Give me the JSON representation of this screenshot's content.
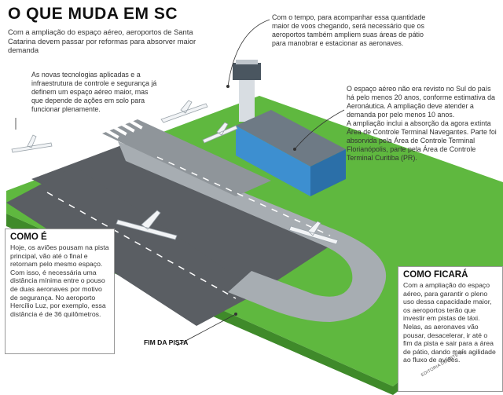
{
  "header": {
    "title": "O QUE MUDA EM SC",
    "subtitle": "Com a ampliação do espaço aéreo, aeroportos de Santa Catarina devem passar por reformas para absorver maior demanda"
  },
  "notes": {
    "tech": "As novas tecnologias aplicadas e a infraestrutura de controle e segurança já definem um espaço aéreo maior, mas que depende de ações em solo para funcionar plenamente.",
    "time": "Com o tempo, para acompanhar essa quantidade maior de voos chegando, será necessário que os aeroportos também ampliem suas áreas de pátio para manobrar e estacionar as aeronaves.",
    "airspace_1": "O espaço aéreo não era revisto no Sul do país há pelo menos 20 anos, conforme estimativa da Aeronáutica. A ampliação deve atender a demanda por pelo menos 10 anos.",
    "airspace_2": "A ampliação inclui a absorção da agora extinta Área de Controle Terminal Navegantes. Parte foi absorvida pela Área de Controle Terminal Florianópolis, parte pela Área de Controle Terminal Curitiba (PR)."
  },
  "como_e": {
    "heading": "COMO É",
    "text": "Hoje, os aviões pousam na pista principal, vão até o final e retornam pelo mesmo espaço. Com isso, é necessária uma distância mínima entre o pouso de duas aeronaves por motivo de segurança. No aeroporto Hercílio Luz, por exemplo, essa distância é de 36 quilômetros."
  },
  "como_ficara": {
    "heading": "COMO FICARÁ",
    "text": "Com a ampliação do espaço aéreo, para garantir o pleno uso dessa capacidade maior, os aeroportos terão que investir em pistas de táxi. Nelas, as aeronaves vão pousar, desacelerar, ir até o fim da pista e sair para a área de pátio, dando mais agilidade ao fluxo de aviões."
  },
  "labels": {
    "fim_pista": "FIM DA PISTA",
    "credit": "EDITORIA DE ARTE DC"
  },
  "colors": {
    "grass": "#5fb83f",
    "grass_side": "#3f8a2a",
    "runway": "#5a5e63",
    "taxiway": "#a7adb2",
    "terminal": "#3d8fd0"
  }
}
